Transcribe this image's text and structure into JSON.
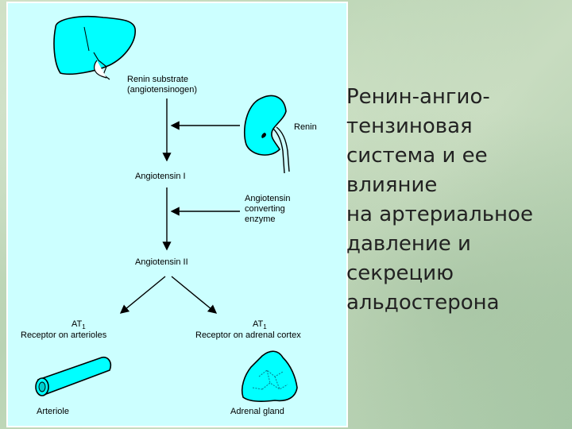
{
  "diagram": {
    "renin_substrate_line1": "Renin substrate",
    "renin_substrate_line2": "(angiotensinogen)",
    "renin": "Renin",
    "angiotensin_1": "Angiotensin I",
    "ace_line1": "Angiotensin",
    "ace_line2": "converting",
    "ace_line3": "enzyme",
    "angiotensin_2": "Angiotensin II",
    "at1_left": "AT",
    "at1_left_sub": "1",
    "receptor_arterioles": "Receptor on arterioles",
    "at1_right": "AT",
    "at1_right_sub": "1",
    "receptor_adrenal": "Receptor on adrenal cortex",
    "arteriole": "Arteriole",
    "adrenal_gland": "Adrenal gland"
  },
  "title": {
    "line1": "Ренин-ангио-",
    "line2": "тензиновая",
    "line3": "система и ее",
    "line4": "влияние",
    "line5": "на артериальное",
    "line6": "давление и",
    "line7": "секрецию",
    "line8": "альдостерона"
  },
  "colors": {
    "panel_bg": "#ccffff",
    "organ_fill": "#00ffff"
  }
}
